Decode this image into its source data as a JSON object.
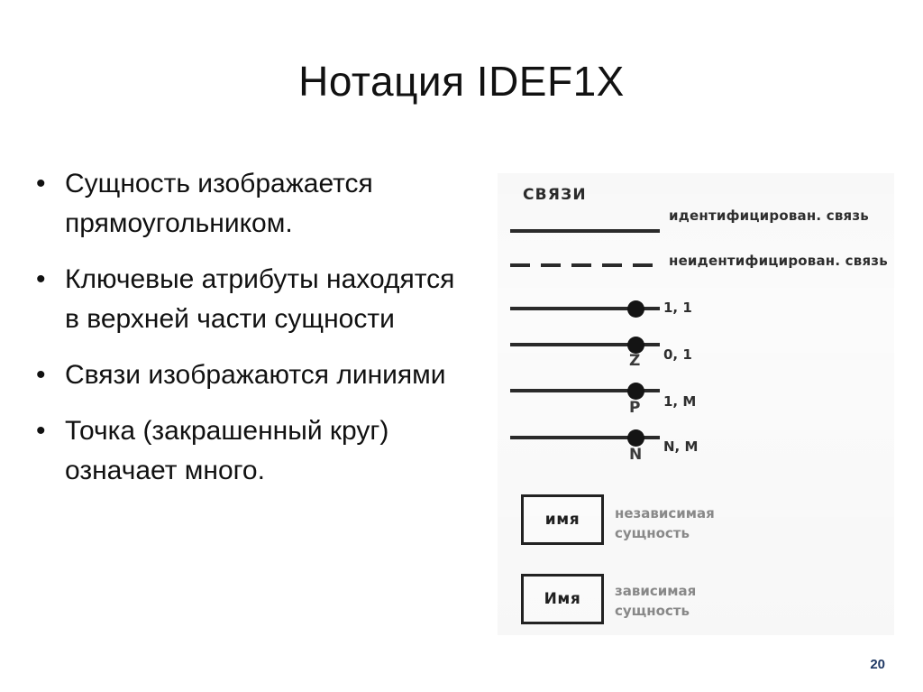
{
  "slide": {
    "title": "Нотация IDEF1X",
    "page_number": "20",
    "page_number_color": "#1f3864",
    "background_color": "#ffffff"
  },
  "bullets": {
    "marker": "•",
    "items": [
      {
        "text": "Сущность изображается прямоугольником."
      },
      {
        "text": "Ключевые атрибуты находятся в верхней части сущности"
      },
      {
        "text": "Связи изображаются линиями"
      },
      {
        "text": "Точка (закрашенный круг) означает много."
      }
    ]
  },
  "diagram": {
    "heading": "СВЯЗИ",
    "line_color": "#2a2a2a",
    "dot_color": "#141414",
    "side_text_color": "#8a8a8a",
    "relationship_types": [
      {
        "style": "solid",
        "caption": "идентифицирован. связь"
      },
      {
        "style": "dashed",
        "caption": "неидентифицирован. связь"
      }
    ],
    "cardinalities": [
      {
        "symbol": "",
        "multiplicity": "1, 1"
      },
      {
        "symbol": "Z",
        "multiplicity": "0, 1"
      },
      {
        "symbol": "P",
        "multiplicity": "1, M"
      },
      {
        "symbol": "N",
        "multiplicity": "N, M"
      }
    ],
    "entities": [
      {
        "box_label": "имя",
        "description_line1": "независимая",
        "description_line2": "сущность"
      },
      {
        "box_label": "Имя",
        "description_line1": "зависимая",
        "description_line2": "сущность"
      }
    ]
  }
}
